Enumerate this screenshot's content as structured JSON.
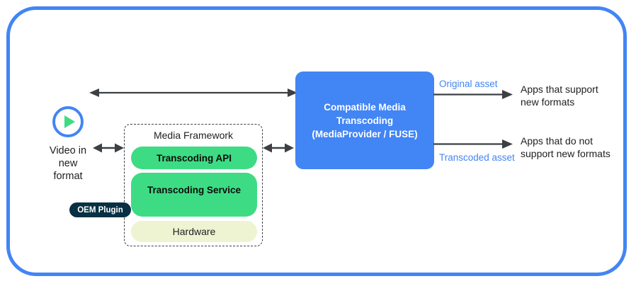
{
  "frame": {
    "border_color": "#4285f4"
  },
  "source": {
    "icon": "play-circle-icon",
    "label_line1": "Video in",
    "label_line2": "new",
    "label_line3": "format",
    "ring_color": "#4285f4",
    "triangle_color": "#3ddc84"
  },
  "media_framework": {
    "title": "Media Framework",
    "boxes": [
      {
        "label": "Transcoding API",
        "color": "#3ddc84"
      },
      {
        "label": "Transcoding Service",
        "color": "#3ddc84"
      },
      {
        "label": "Hardware",
        "color": "#eef4d1"
      }
    ],
    "plugin": {
      "label": "OEM Plugin",
      "color": "#073042"
    }
  },
  "central": {
    "line1": "Compatible Media",
    "line2": "Transcoding",
    "line3": "(MediaProvider / FUSE)",
    "color": "#4285f4"
  },
  "outputs": {
    "original_asset_label": "Original asset",
    "transcoded_asset_label": "Transcoded asset",
    "apps_support_line1": "Apps that support",
    "apps_support_line2": "new formats",
    "apps_no_support_line1": "Apps that do not",
    "apps_no_support_line2": "support new formats",
    "label_color": "#4285f4"
  },
  "arrows": {
    "source_to_framework": "bidirectional",
    "framework_to_central": "bidirectional",
    "source_to_central_top": "bidirectional",
    "central_to_apps_support": "unidirectional",
    "central_to_apps_no_support": "unidirectional",
    "color": "#3c4043"
  }
}
